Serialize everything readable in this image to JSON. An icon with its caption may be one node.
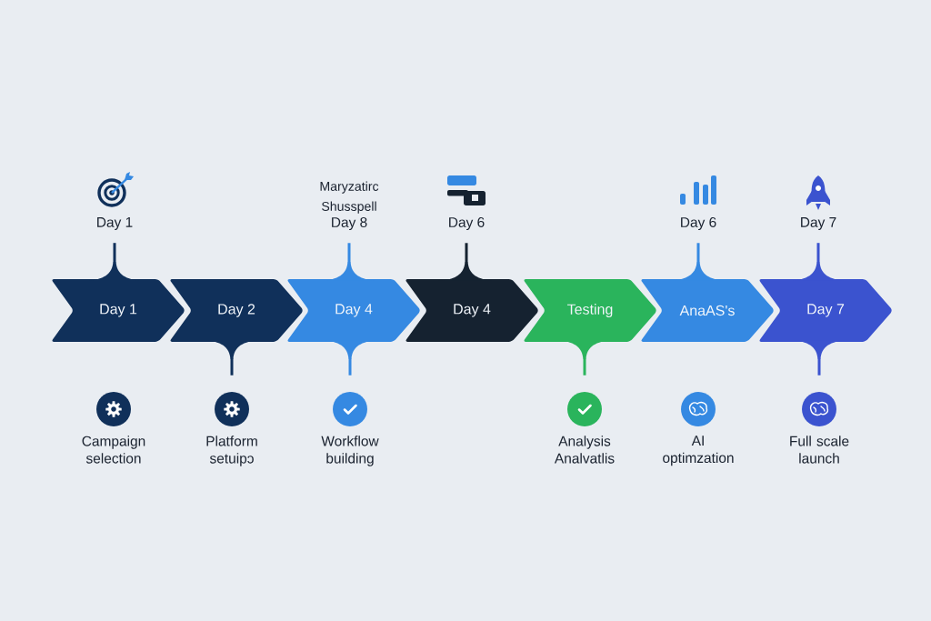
{
  "diagram": {
    "nodes": [
      {
        "text": [
          "Day 1"
        ]
      },
      {
        "text": [
          "Maryzatirc Shusspell",
          "Day 8"
        ]
      },
      {
        "text": [
          "Day 6"
        ]
      },
      {
        "text": [
          "Day 6"
        ]
      },
      {
        "text": [
          "Day 7"
        ]
      },
      {
        "text": [
          "Day 1"
        ]
      },
      {
        "text": [
          "Day 2"
        ]
      },
      {
        "text": [
          "Day 4"
        ]
      },
      {
        "text": [
          "Day 4"
        ]
      },
      {
        "text": [
          "Testing"
        ]
      },
      {
        "text": [
          "AnaAS's"
        ]
      },
      {
        "text": [
          "Day 7"
        ]
      },
      {
        "text": [
          "Campaign selection"
        ]
      },
      {
        "text": [
          "Platform setuipɔ"
        ]
      },
      {
        "text": [
          "Workflow building"
        ]
      },
      {
        "text": [
          "Analysis Analvatlis"
        ]
      },
      {
        "text": [
          "AI optimzation"
        ]
      },
      {
        "text": [
          "Full scale launch"
        ]
      }
    ],
    "edges": [
      {
        "from": 5,
        "to": 0,
        "arrow": "none",
        "color": "#10305a"
      },
      {
        "from": 7,
        "to": 1,
        "arrow": "none",
        "color": "#3589e2"
      },
      {
        "from": 8,
        "to": 2,
        "arrow": "none",
        "color": "#152230"
      },
      {
        "from": 10,
        "to": 3,
        "arrow": "none",
        "color": "#3589e2"
      },
      {
        "from": 11,
        "to": 4,
        "arrow": "none",
        "color": "#3b53cf"
      },
      {
        "from": 6,
        "to": 13,
        "arrow": "none",
        "color": "#10305a"
      },
      {
        "from": 7,
        "to": 14,
        "arrow": "none",
        "color": "#3589e2"
      },
      {
        "from": 9,
        "to": 15,
        "arrow": "none",
        "color": "#2ab45c"
      },
      {
        "from": 11,
        "to": 17,
        "arrow": "none",
        "color": "#3b53cf"
      }
    ]
  }
}
